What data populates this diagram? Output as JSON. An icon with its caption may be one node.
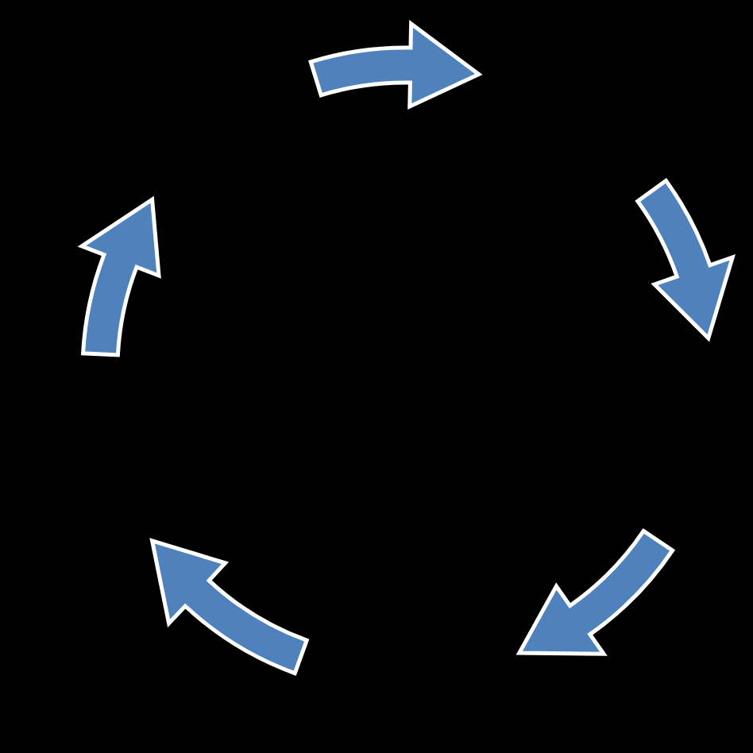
{
  "diagram": {
    "nodes": [
      {
        "text": [],
        "shape": "arrow"
      },
      {
        "text": [],
        "shape": "arrow"
      },
      {
        "text": [],
        "shape": "arrow"
      },
      {
        "text": [],
        "shape": "arrow"
      },
      {
        "text": [],
        "shape": "arrow"
      }
    ]
  }
}
